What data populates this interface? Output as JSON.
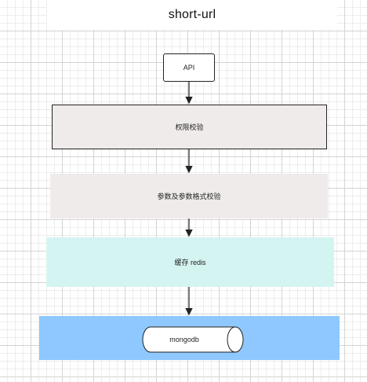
{
  "title": "short-url",
  "nodes": {
    "api": "API",
    "auth": "权限校验",
    "params": "参数及参数格式校验",
    "cache": "缓存 redis",
    "db": "mongodb"
  },
  "colors": {
    "auth_fill": "#efebea",
    "params_fill": "#efebea",
    "cache_fill": "#d4f4f2",
    "db_fill": "#8fc8ff"
  }
}
